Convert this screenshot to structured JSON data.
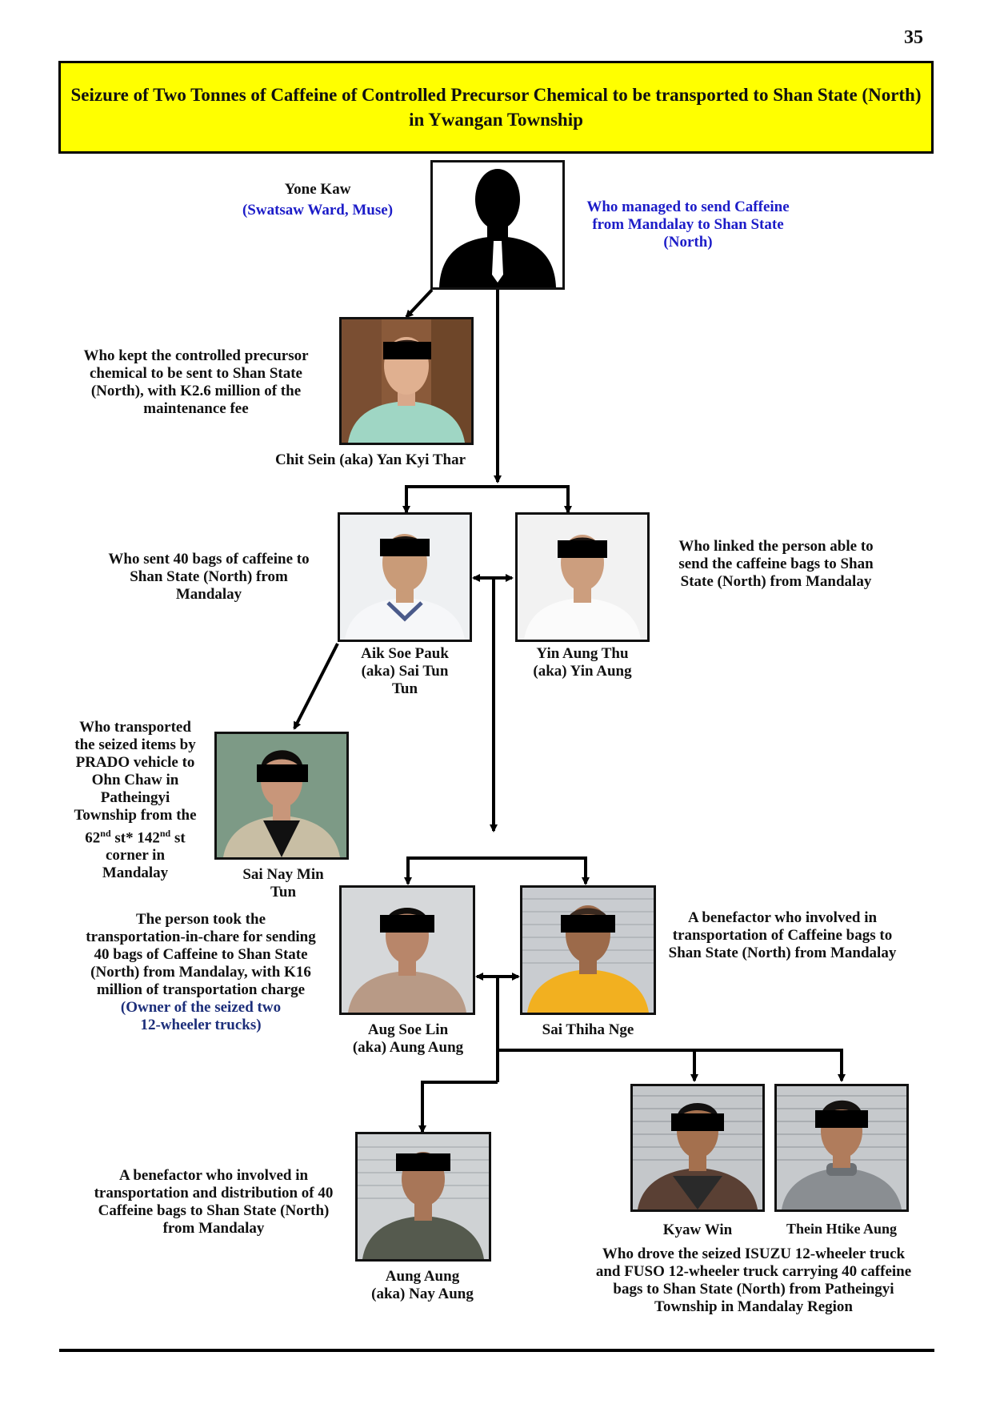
{
  "page_number": "35",
  "title": "Seizure of Two Tonnes of Caffeine of Controlled Precursor Chemical to be transported to Shan State (North) in Ywangan Township",
  "colors": {
    "title_bg": "#ffff00",
    "blue_text": "#1c1cc8",
    "navy_text": "#1c2e7a"
  },
  "people": {
    "yone_kaw": {
      "name": "Yone Kaw",
      "location": "(Swatsaw Ward, Muse)",
      "role": [
        "Who managed to send Caffeine",
        "from Mandalay to Shan State",
        "(North)"
      ]
    },
    "chit_sein": {
      "name": "Chit Sein (aka) Yan Kyi Thar",
      "role": [
        "Who kept the controlled precursor",
        "chemical to be sent to Shan State",
        "(North), with K2.6 million of the",
        "maintenance fee"
      ]
    },
    "aik_soe_pauk": {
      "name": [
        "Aik Soe Pauk",
        "(aka) Sai Tun",
        "Tun"
      ],
      "role": [
        "Who sent 40 bags of caffeine to",
        "Shan State (North) from",
        "Mandalay"
      ]
    },
    "yin_aung_thu": {
      "name": [
        "Yin Aung Thu",
        "(aka) Yin Aung"
      ],
      "role": [
        "Who linked the person able to",
        "send  the caffeine bags to Shan",
        "State (North) from Mandalay"
      ]
    },
    "sai_nay_min_tun": {
      "name": [
        "Sai Nay Min",
        "Tun"
      ],
      "role": [
        "Who transported",
        "the seized items by",
        "PRADO vehicle to",
        "Ohn Chaw in",
        "Patheingyi",
        "Township from the"
      ],
      "role_street": {
        "a": "62",
        "a_sup": "nd",
        "b": " st* 142",
        "b_sup": "nd",
        "c": " st"
      },
      "role_tail": [
        "corner in",
        "Mandalay"
      ]
    },
    "aug_soe_lin": {
      "name": [
        "Aug Soe Lin",
        "(aka) Aung Aung"
      ],
      "role": [
        "The person took the",
        "transportation-in-chare for sending",
        "40 bags of Caffeine to Shan State",
        "(North) from Mandalay, with K16",
        "million of transportation charge"
      ],
      "role_note": [
        "(Owner of the seized two",
        "12-wheeler trucks)"
      ]
    },
    "sai_thiha_nge": {
      "name": "Sai Thiha Nge",
      "role": [
        "A benefactor who involved in",
        "transportation of Caffeine bags to",
        "Shan State (North) from Mandalay"
      ]
    },
    "aung_aung": {
      "name": [
        "Aung Aung",
        "(aka) Nay Aung"
      ],
      "role": [
        "A benefactor who involved in",
        "transportation and distribution of 40",
        "Caffeine bags to Shan State (North)",
        "from Mandalay"
      ]
    },
    "kyaw_win": {
      "name": "Kyaw Win"
    },
    "thein_htike_aung": {
      "name": "Thein Htike Aung"
    },
    "drivers": {
      "role": [
        "Who drove the seized ISUZU 12-wheeler truck",
        "and FUSO 12-wheeler truck carrying 40 caffeine",
        "bags to Shan State (North) from Patheingyi",
        "Township in Mandalay Region"
      ]
    }
  }
}
